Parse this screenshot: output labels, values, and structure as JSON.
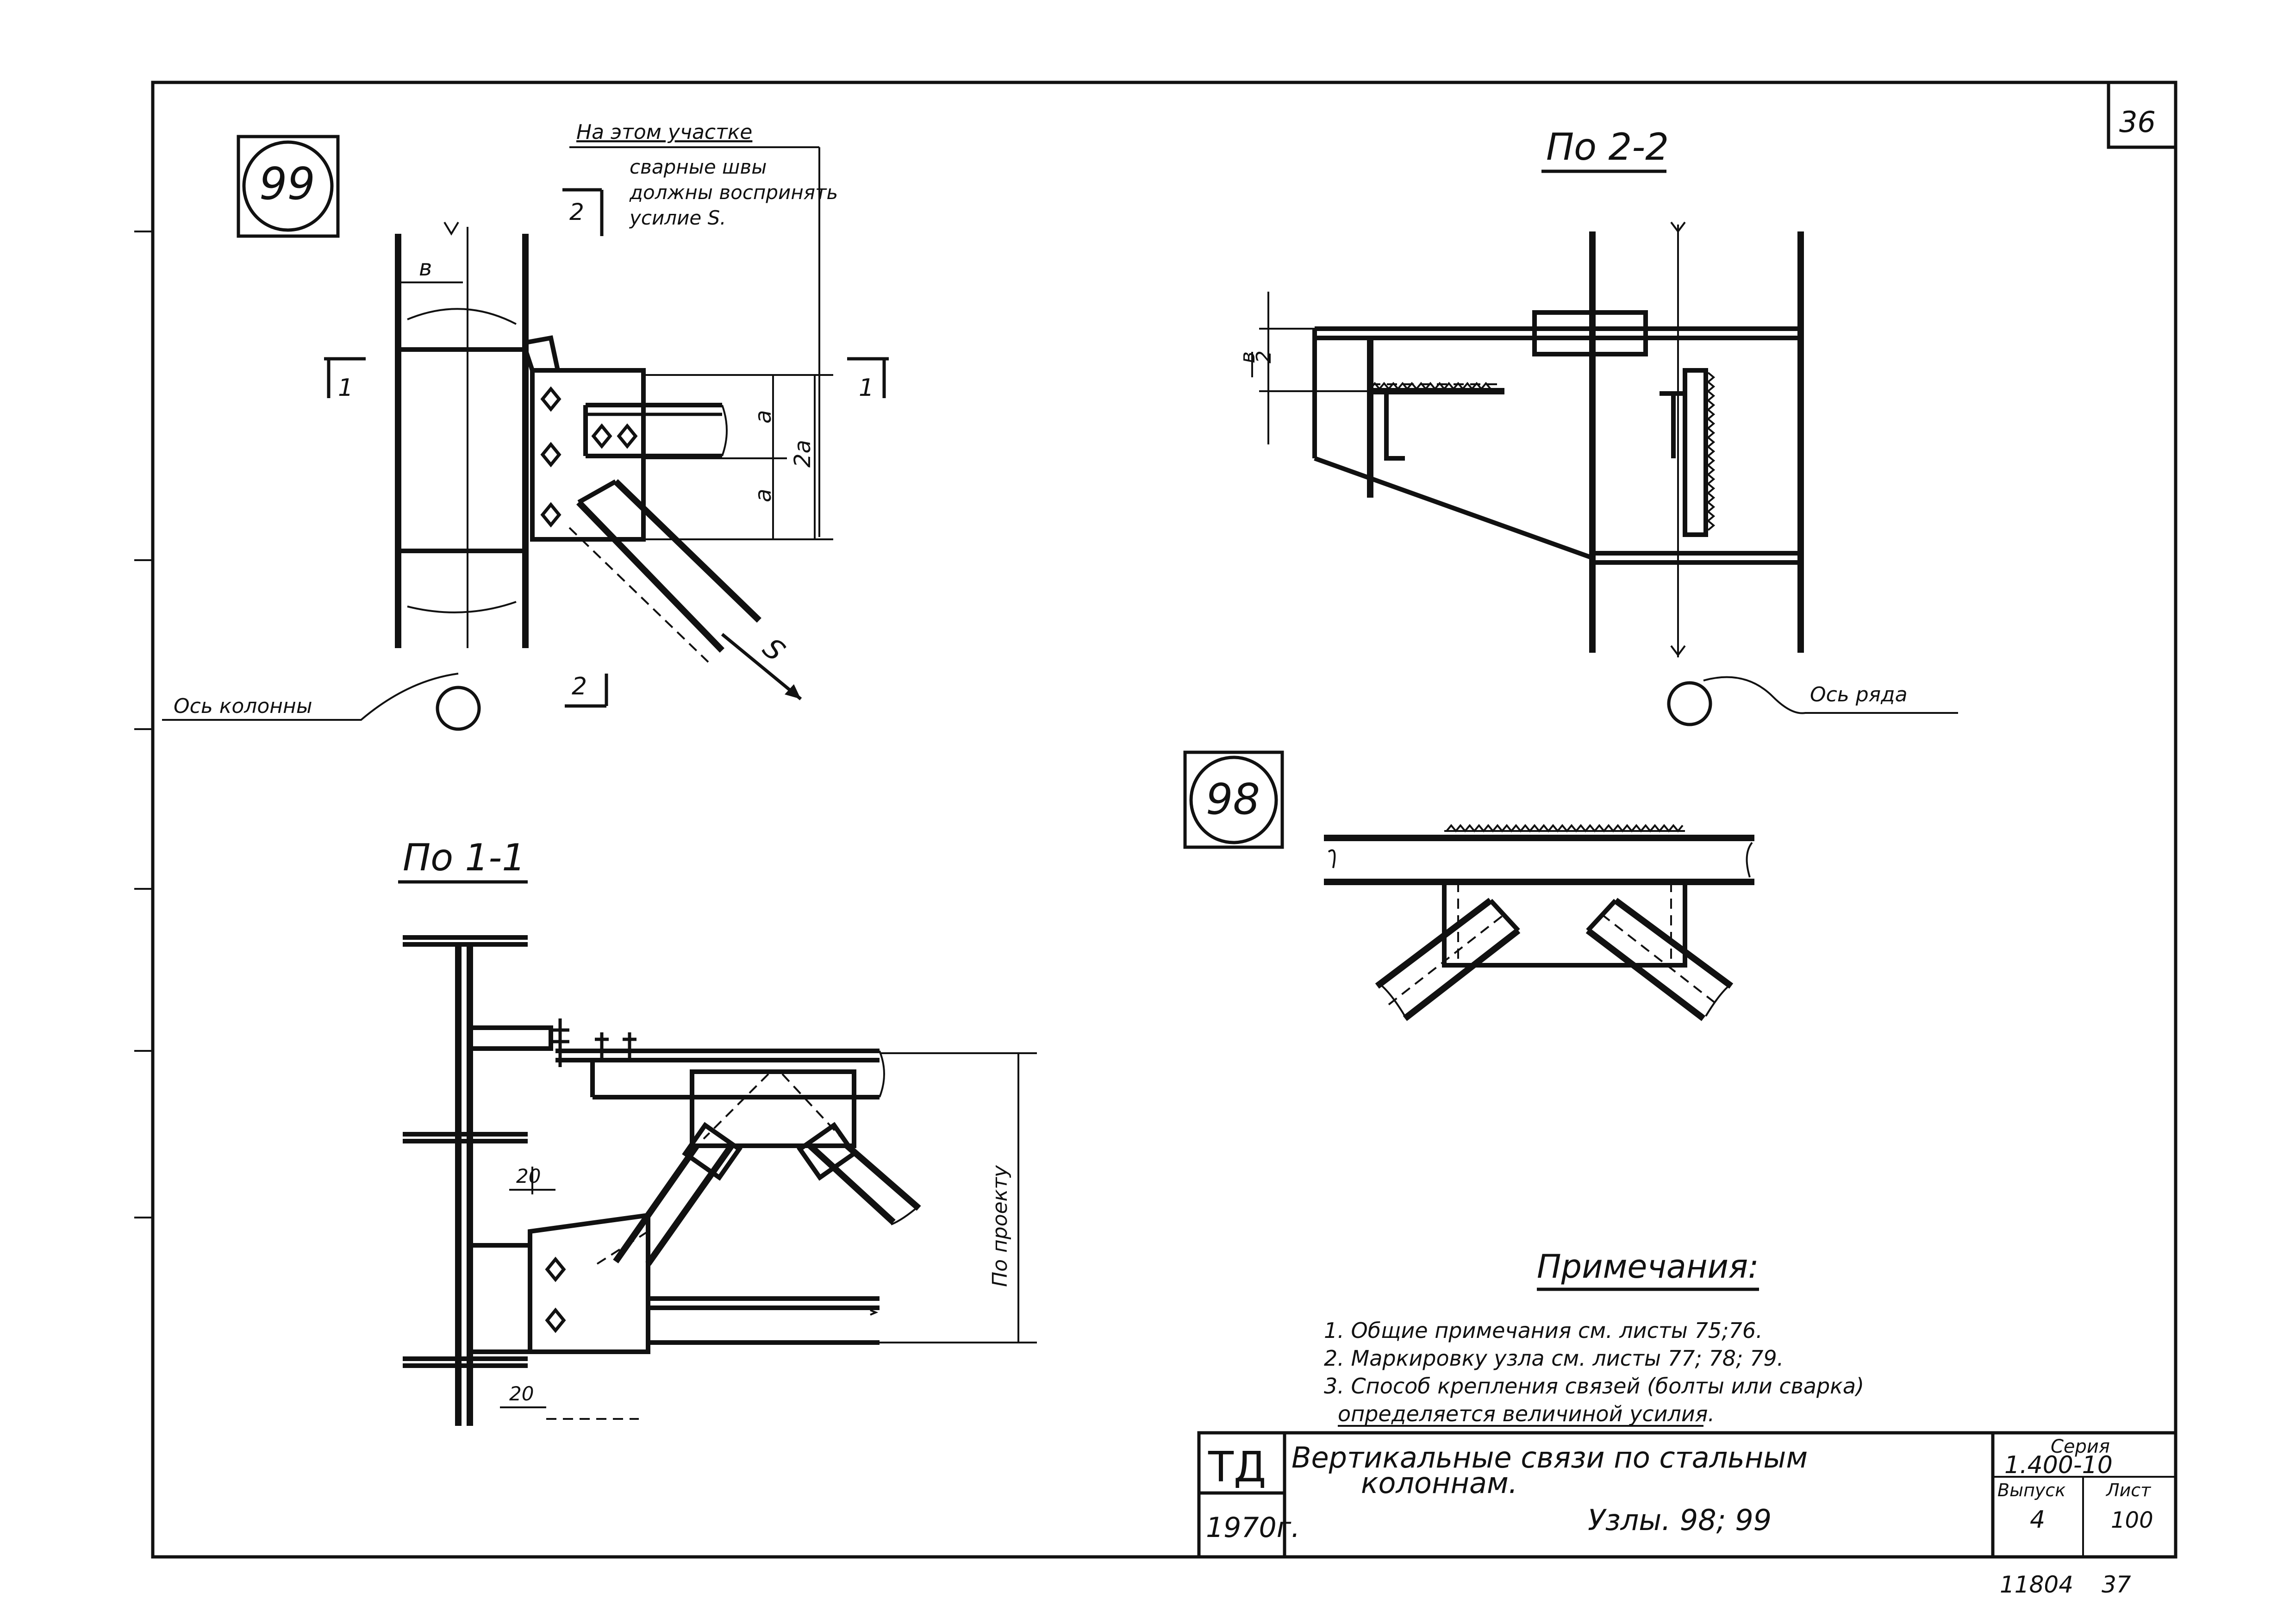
{
  "sheet": {
    "corner_sheet_no": "36",
    "bottom_numbers": {
      "left": "11804",
      "right": "37"
    }
  },
  "node99": {
    "number": "99",
    "note_title": "На этом участке",
    "note_lines": [
      "сварные швы",
      "должны воспринять",
      "усилие S."
    ],
    "note_marker": "2",
    "dim_b": "в",
    "dim_a_upper": "а",
    "dim_a_lower": "а",
    "dim_2a": "2а",
    "force": "S",
    "section_mark_1": "1",
    "section_mark_2": "2",
    "column_axis_label": "Ось колонны"
  },
  "section22": {
    "title": "По 2-2",
    "dim_frac_top": "в",
    "dim_frac_bottom": "2",
    "row_axis_label": "Ось ряда"
  },
  "node98": {
    "number": "98"
  },
  "section11": {
    "title": "По 1-1",
    "dim_20_top": "20",
    "dim_20_bottom": "20",
    "dim_project": "По проекту"
  },
  "notes": {
    "title": "Примечания:",
    "items": [
      "1. Общие примечания см. листы 75;76.",
      "2. Маркировку узла см. листы 77; 78; 79.",
      "3. Способ крепления связей (болты или сварка)",
      "определяется величиной усилия."
    ]
  },
  "title_block": {
    "org": "ТД",
    "year": "1970г.",
    "title_line1": "Вертикальные связи по стальным",
    "title_line2": "колоннам.",
    "nodes": "Узлы. 98; 99",
    "series_label": "Серия",
    "series_value": "1.400-10",
    "issue_label": "Выпуск",
    "issue_value": "4",
    "sheet_label": "Лист",
    "sheet_value": "100"
  }
}
